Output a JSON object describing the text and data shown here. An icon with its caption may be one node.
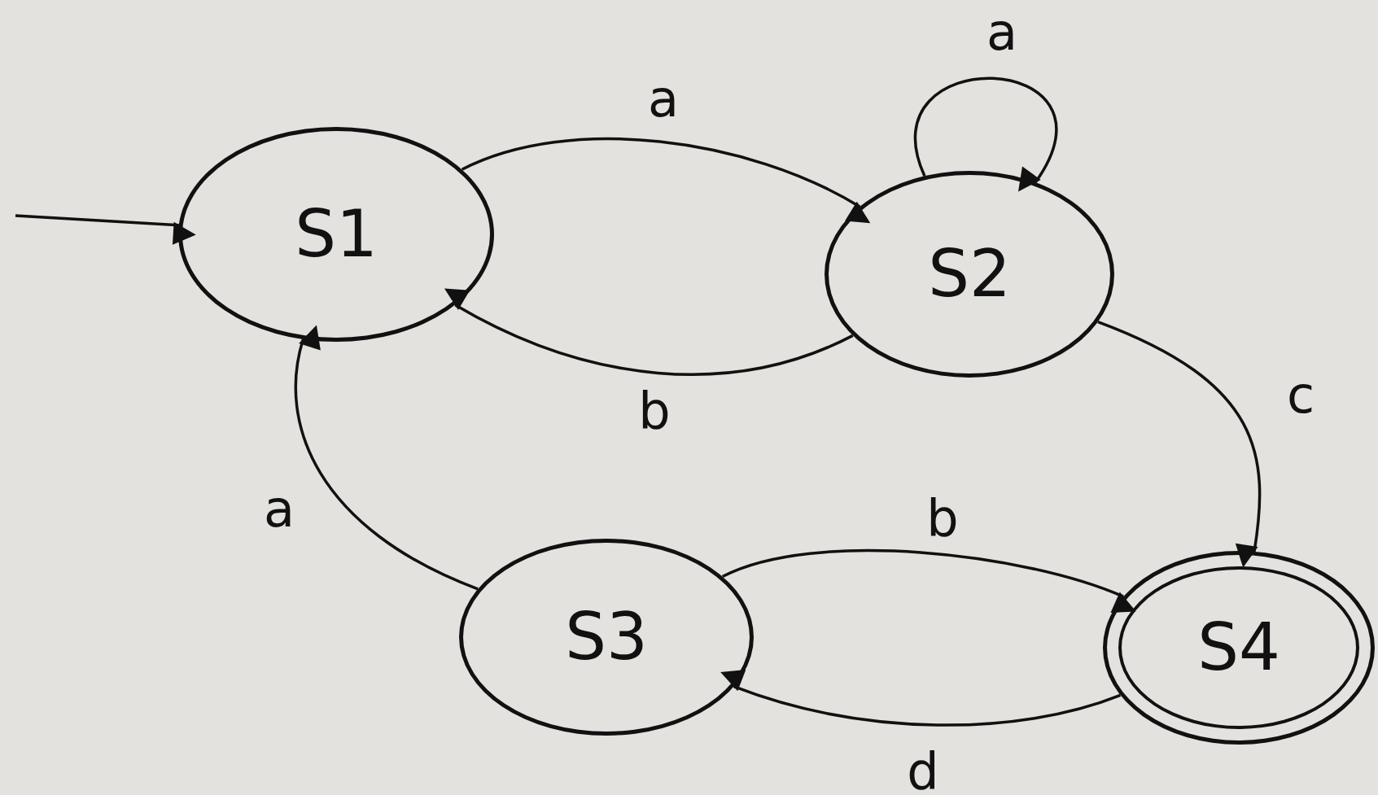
{
  "diagram": {
    "nodes": [
      {
        "text": [
          "S1"
        ]
      },
      {
        "text": [
          "S2"
        ]
      },
      {
        "text": [
          "S3"
        ]
      },
      {
        "text": [
          "S4"
        ]
      }
    ],
    "edges": [
      {
        "from": null,
        "to": 0,
        "arrow": "to"
      },
      {
        "from": 0,
        "to": 1,
        "arrow": "to",
        "label": "a"
      },
      {
        "from": 1,
        "to": 1,
        "arrow": "to",
        "label": "a"
      },
      {
        "from": 1,
        "to": 0,
        "arrow": "to",
        "label": "b"
      },
      {
        "from": 1,
        "to": 3,
        "arrow": "to",
        "label": "c"
      },
      {
        "from": 2,
        "to": 0,
        "arrow": "to",
        "label": "a"
      },
      {
        "from": 2,
        "to": 3,
        "arrow": "to",
        "label": "b"
      },
      {
        "from": 3,
        "to": 2,
        "arrow": "to",
        "label": "d"
      }
    ]
  }
}
